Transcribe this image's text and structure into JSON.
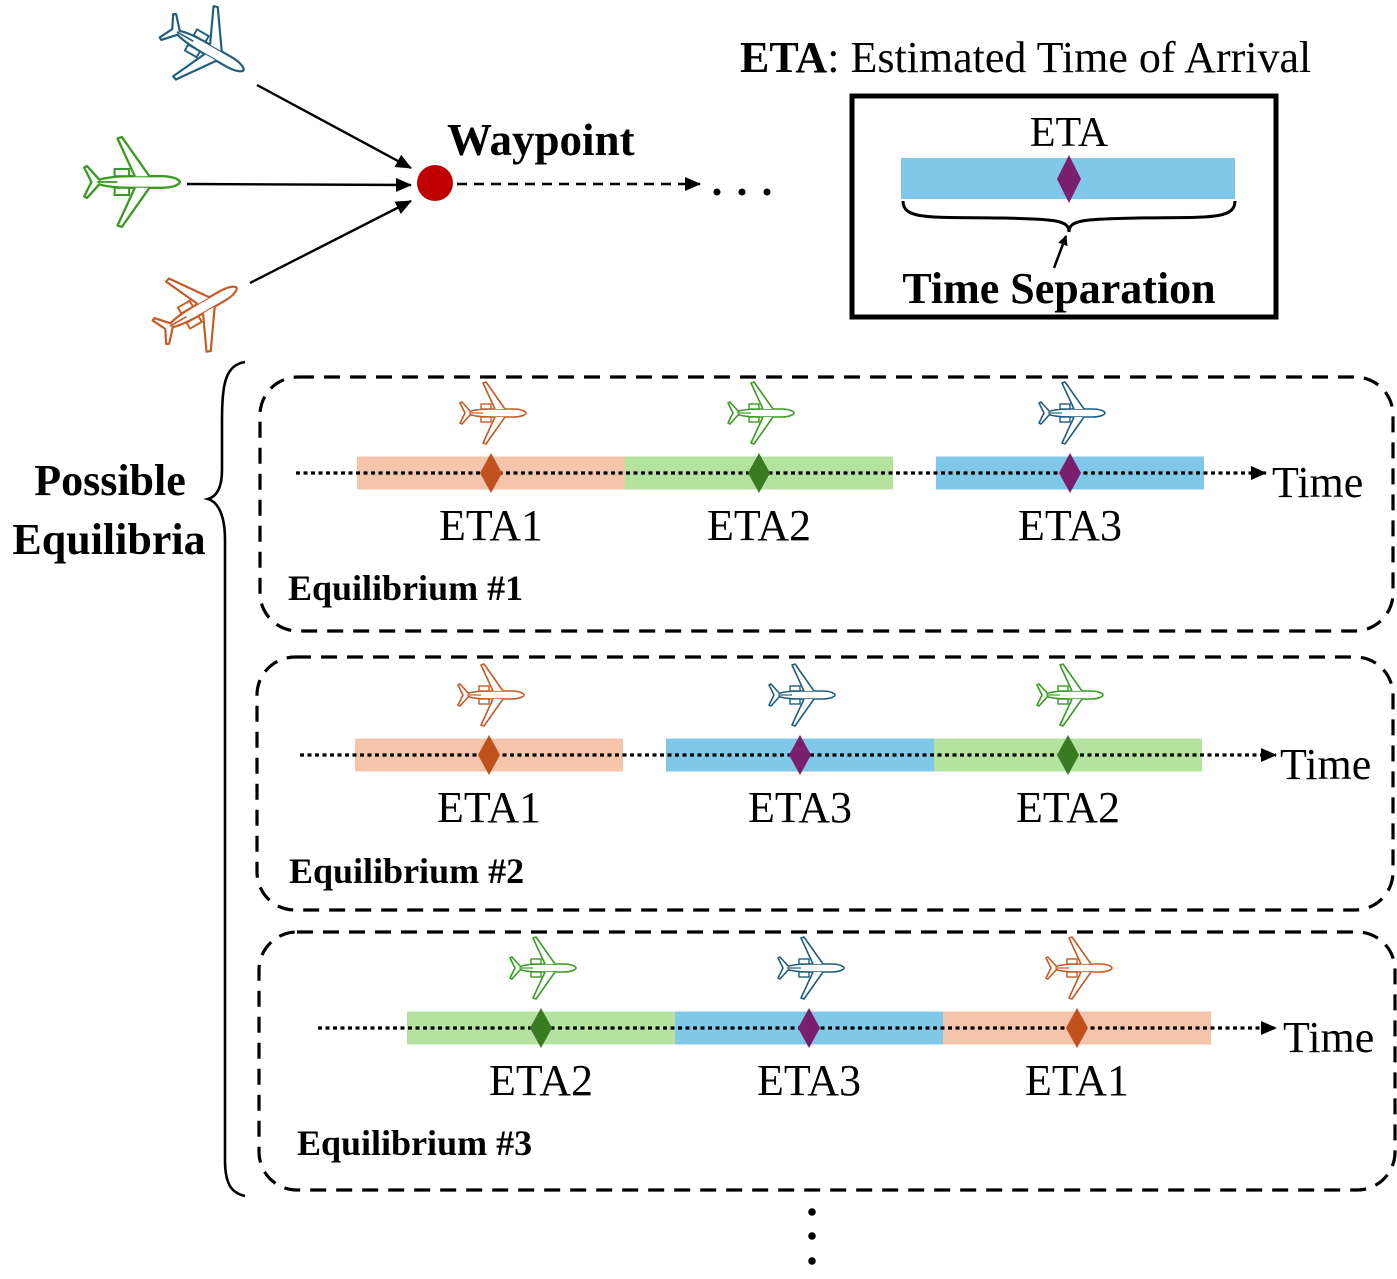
{
  "colors": {
    "aircraft1": "#c55a22",
    "aircraft2": "#3a9a22",
    "aircraft3": "#1e5f80",
    "band1": "#f4c4ab",
    "band2": "#b4e3a0",
    "band3": "#80c8e8",
    "diamond1": "#c0501c",
    "diamond2": "#3a7a22",
    "diamond3": "#7a1e6e",
    "waypoint": "#c00000"
  },
  "top": {
    "waypoint_label": "Waypoint",
    "continuation": "· · ·",
    "aircraft": [
      {
        "id": 3,
        "name": "aircraft-3",
        "color_key": "aircraft3"
      },
      {
        "id": 2,
        "name": "aircraft-2",
        "color_key": "aircraft2"
      },
      {
        "id": 1,
        "name": "aircraft-1",
        "color_key": "aircraft1"
      }
    ]
  },
  "legend": {
    "definition_term": "ETA",
    "definition_text": ": Estimated Time of Arrival",
    "eta_label": "ETA",
    "separation_label": "Time Separation"
  },
  "equilibria_group_label_line1": "Possible",
  "equilibria_group_label_line2": "Equilibria",
  "time_axis_label": "Time",
  "more_indicator": "⋮",
  "equilibria": [
    {
      "title": "Equilibrium #1",
      "order": [
        {
          "label": "ETA1",
          "aircraft": 1
        },
        {
          "label": "ETA2",
          "aircraft": 2
        },
        {
          "label": "ETA3",
          "aircraft": 3
        }
      ],
      "gaps_after": [
        0,
        1,
        0
      ]
    },
    {
      "title": "Equilibrium #2",
      "order": [
        {
          "label": "ETA1",
          "aircraft": 1
        },
        {
          "label": "ETA3",
          "aircraft": 3
        },
        {
          "label": "ETA2",
          "aircraft": 2
        }
      ],
      "gaps_after": [
        1,
        0,
        0
      ]
    },
    {
      "title": "Equilibrium #3",
      "order": [
        {
          "label": "ETA2",
          "aircraft": 2
        },
        {
          "label": "ETA3",
          "aircraft": 3
        },
        {
          "label": "ETA1",
          "aircraft": 1
        }
      ],
      "gaps_after": [
        0,
        0,
        0
      ]
    }
  ]
}
